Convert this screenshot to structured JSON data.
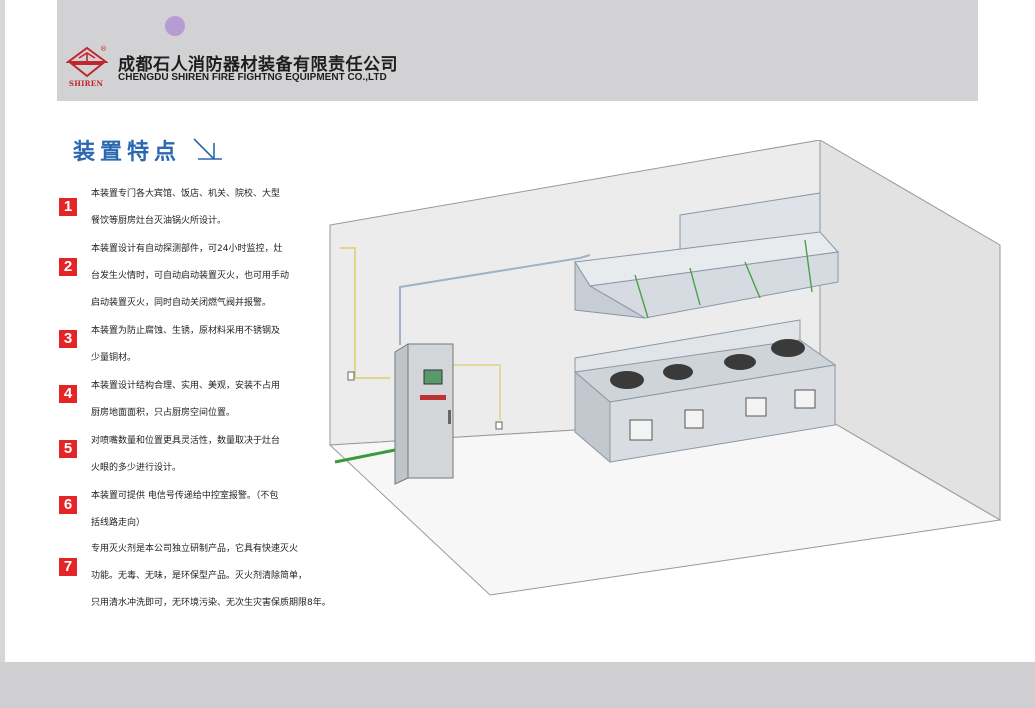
{
  "header": {
    "company_cn": "成都石人消防器材装备有限责任公司",
    "company_en": "CHENGDU SHIREN FIRE FIGHTNG EQUIPMENT CO.,LTD",
    "logo_text": "SHIREN",
    "logo_inner": "石 人",
    "reg_mark": "®"
  },
  "section": {
    "title": "装置特点"
  },
  "features": [
    {
      "number": "1",
      "lines": [
        "本装置专门各大宾馆、饭店、机关、院校、大型",
        "餐饮等厨房灶台灭油锅火所设计。"
      ]
    },
    {
      "number": "2",
      "lines": [
        "本装置设计有自动探测部件，可24小时监控，灶",
        "台发生火情时，可自动启动装置灭火，也可用手动",
        "启动装置灭火，同时自动关闭燃气阀并报警。"
      ]
    },
    {
      "number": "3",
      "lines": [
        "本装置为防止腐蚀、生锈，原材料采用不锈钢及",
        "少量铜材。"
      ]
    },
    {
      "number": "4",
      "lines": [
        "本装置设计结构合理、实用、美观，安装不占用",
        "厨房地面面积，只占厨房空间位置。"
      ]
    },
    {
      "number": "5",
      "lines": [
        "对喷嘴数量和位置更具灵活性，数量取决于灶台",
        "火眼的多少进行设计。"
      ]
    },
    {
      "number": "6",
      "lines": [
        "本装置可提供 电信号传递给中控室报警。（不包",
        "括线路走向）"
      ]
    },
    {
      "number": "7",
      "lines": [
        "专用灭火剂是本公司独立研制产品，它具有快速灭火",
        "功能。无毒、无味，是环保型产品。灭火剂清除简单，",
        "只用清水冲洗即可，无环境污染、无次生灾害保质期限8年。"
      ]
    }
  ],
  "colors": {
    "accent_red": "#e32528",
    "title_blue": "#2a68b0",
    "band_gray": "#d2d2d4"
  },
  "icons": {
    "logo": "shiren-logo-icon",
    "arrow": "diagonal-arrow-icon"
  }
}
